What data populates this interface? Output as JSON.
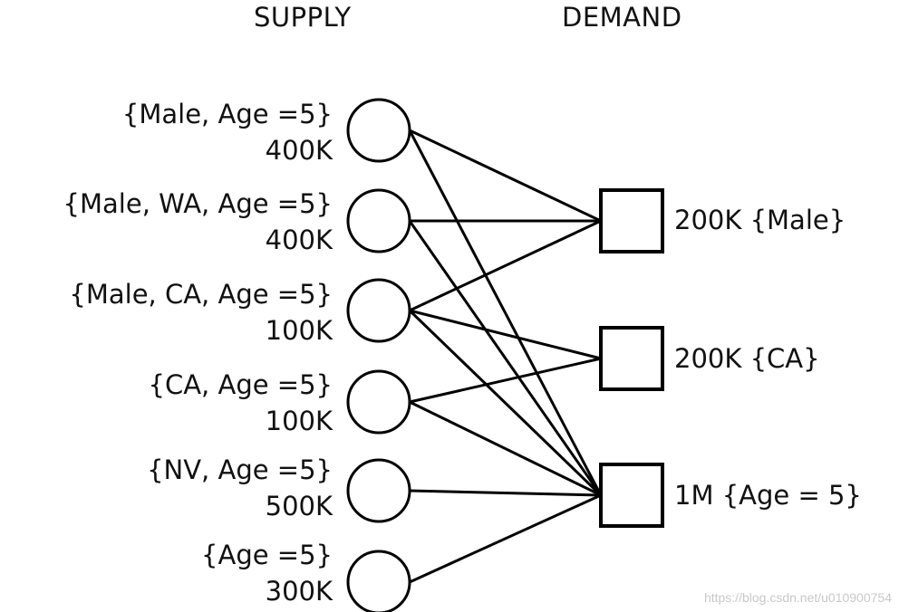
{
  "headers": {
    "supply": "SUPPLY",
    "demand": "DEMAND"
  },
  "supply": [
    {
      "id": "s1",
      "attrs": "{Male, Age =5}",
      "amount": "400K"
    },
    {
      "id": "s2",
      "attrs": "{Male, WA, Age =5}",
      "amount": "400K"
    },
    {
      "id": "s3",
      "attrs": "{Male, CA, Age =5}",
      "amount": "100K"
    },
    {
      "id": "s4",
      "attrs": "{CA, Age =5}",
      "amount": "100K"
    },
    {
      "id": "s5",
      "attrs": "{NV, Age =5}",
      "amount": "500K"
    },
    {
      "id": "s6",
      "attrs": "{Age =5}",
      "amount": "300K"
    }
  ],
  "demand": [
    {
      "id": "d1",
      "label": "200K {Male}"
    },
    {
      "id": "d2",
      "label": "200K {CA}"
    },
    {
      "id": "d3",
      "label": "1M {Age = 5}"
    }
  ],
  "edges": [
    [
      "s1",
      "d1"
    ],
    [
      "s1",
      "d3"
    ],
    [
      "s2",
      "d1"
    ],
    [
      "s2",
      "d3"
    ],
    [
      "s3",
      "d1"
    ],
    [
      "s3",
      "d2"
    ],
    [
      "s3",
      "d3"
    ],
    [
      "s4",
      "d2"
    ],
    [
      "s4",
      "d3"
    ],
    [
      "s5",
      "d3"
    ],
    [
      "s6",
      "d3"
    ]
  ],
  "watermark": "https://blog.csdn.net/u010900754"
}
